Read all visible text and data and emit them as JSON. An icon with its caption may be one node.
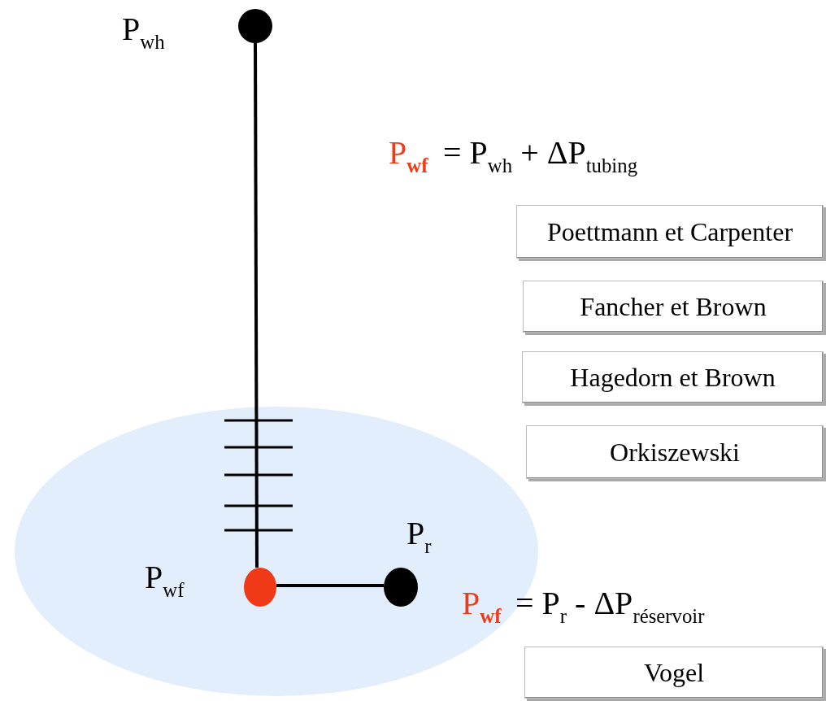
{
  "diagram": {
    "nodes": [
      {
        "text": [],
        "shape": "circle",
        "beside": [
          "P$_{wh}$"
        ]
      },
      {
        "text": [],
        "shape": "ellipse"
      },
      {
        "text": [],
        "shape": "circle",
        "in": 1,
        "beside": [
          "P$_{wf}$"
        ]
      },
      {
        "text": [],
        "shape": "circle",
        "in": 1,
        "beside": [
          "P$_{r}$"
        ]
      },
      {
        "text": [
          "Poettmann et Carpenter"
        ]
      },
      {
        "text": [
          "Fancher et Brown"
        ]
      },
      {
        "text": [
          "Hagedorn et Brown"
        ]
      },
      {
        "text": [
          "Orkiszewski"
        ]
      },
      {
        "text": [
          "Vogel"
        ]
      }
    ],
    "edges": [
      {
        "from": 0,
        "to": 2,
        "arrow": "none"
      },
      {
        "from": 2,
        "to": 3,
        "arrow": "none"
      }
    ],
    "labels": [
      "P$_{wf}$",
      "= P$_{wh}$ + ΔP$_{tubing}$",
      "P$_{wf}$",
      "= P$_{r}$ - ΔP$_{réservoir}$"
    ]
  }
}
